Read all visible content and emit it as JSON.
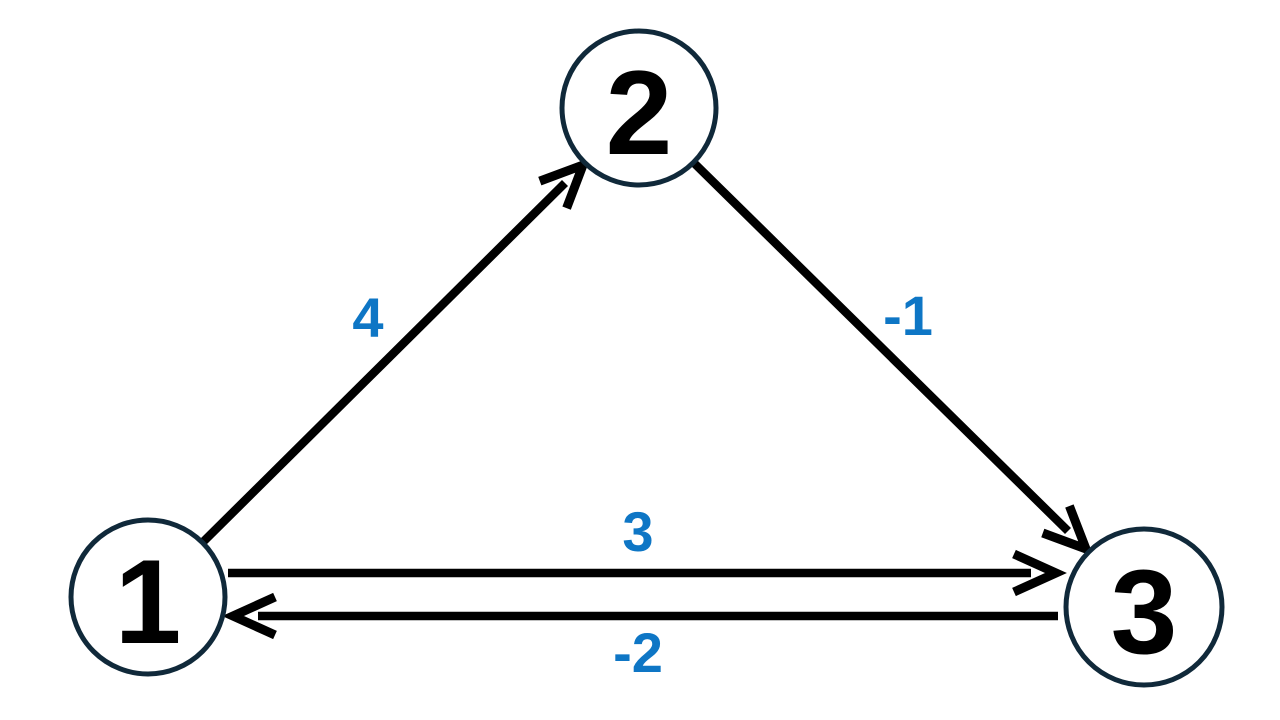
{
  "graph": {
    "background_color": "#ffffff",
    "edge_color": "#000000",
    "node_border_color": "#10293a",
    "node_text_color": "#000000",
    "weight_color": "#0e76c5",
    "nodes": [
      {
        "id": "1"
      },
      {
        "id": "2"
      },
      {
        "id": "3"
      }
    ],
    "edges": [
      {
        "from": "1",
        "to": "2",
        "weight": "4"
      },
      {
        "from": "2",
        "to": "3",
        "weight": "-1"
      },
      {
        "from": "1",
        "to": "3",
        "weight": "3"
      },
      {
        "from": "3",
        "to": "1",
        "weight": "-2"
      }
    ]
  }
}
